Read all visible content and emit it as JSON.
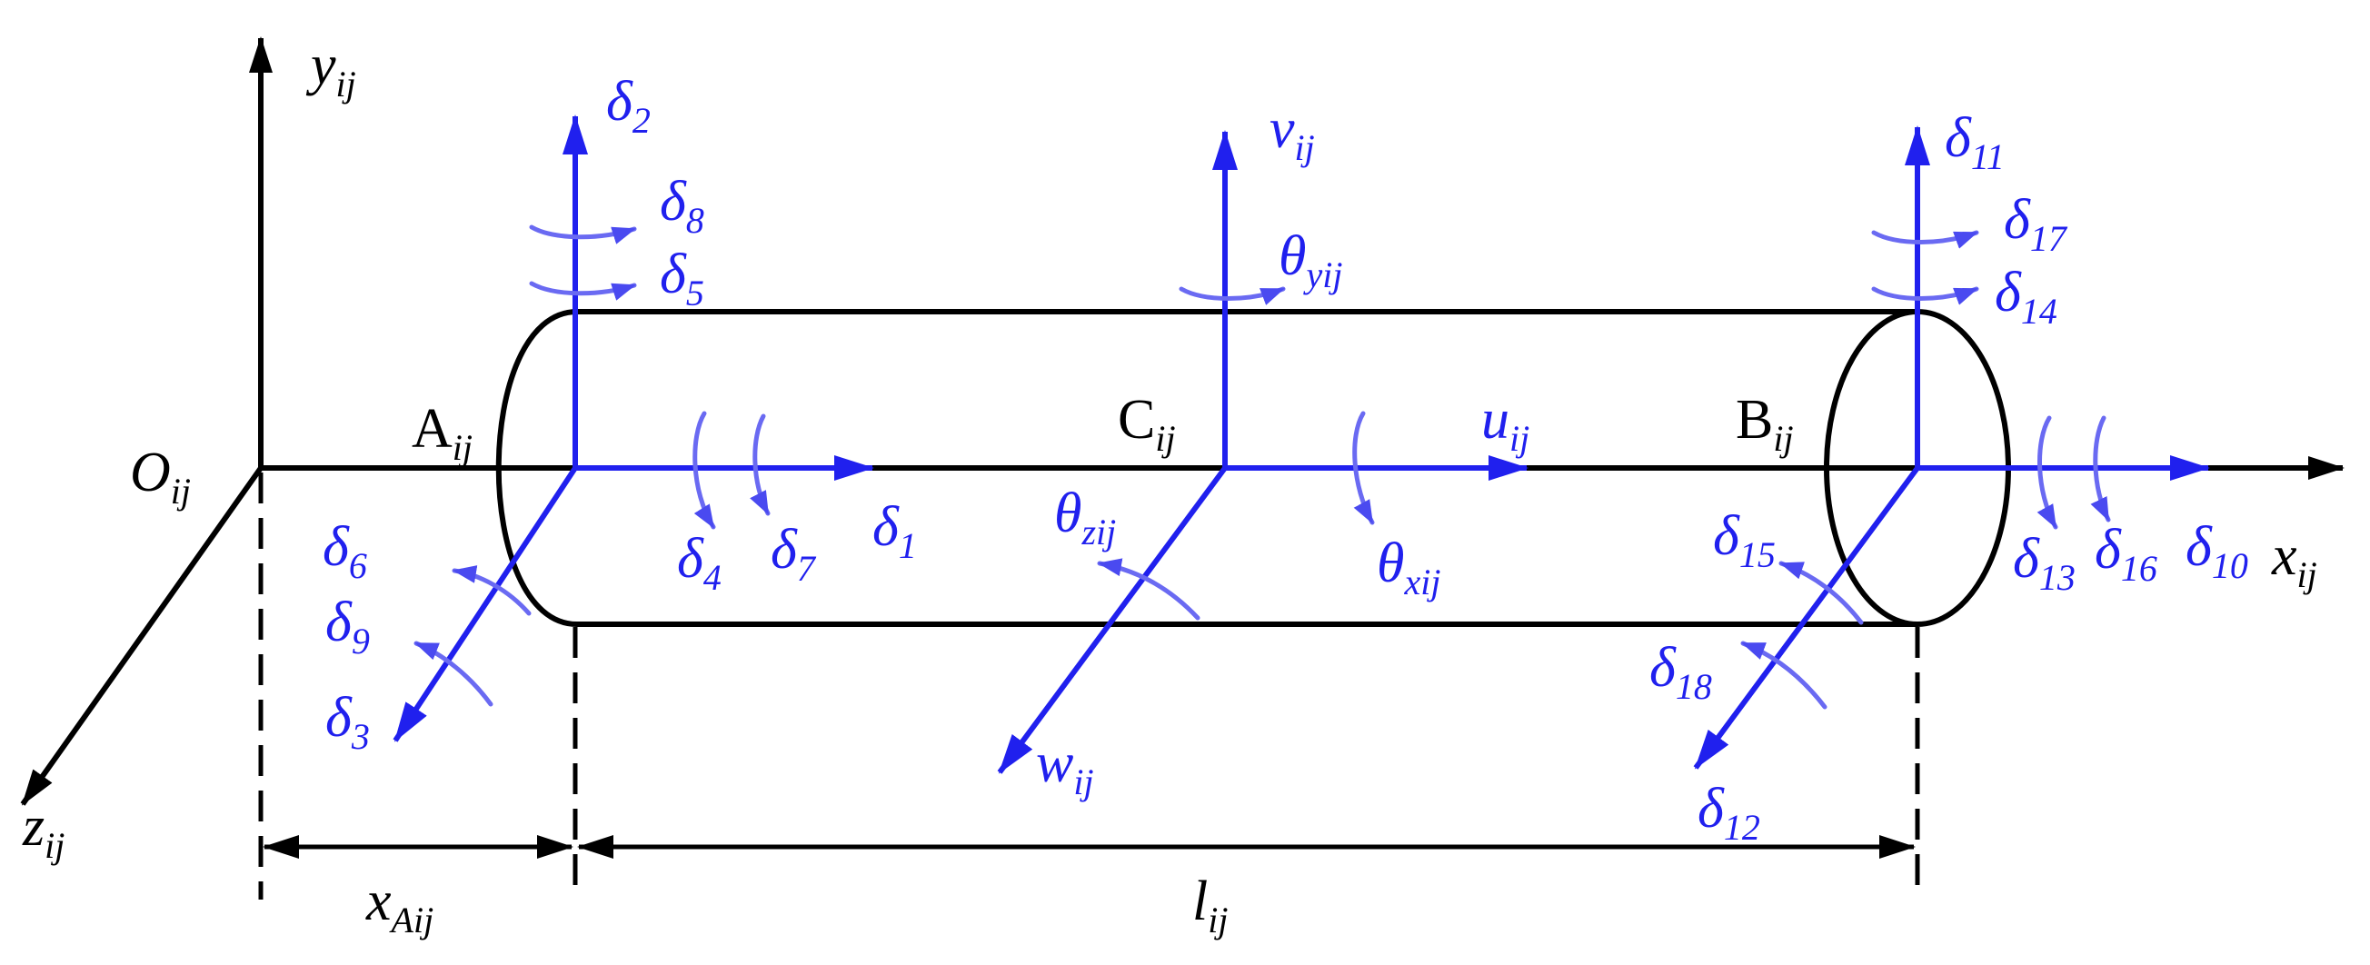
{
  "colors": {
    "frame": "#000000",
    "element_dof": "#2020ee",
    "rotation_arrow": "#6a6af2"
  },
  "global_axes": {
    "origin": {
      "main": "O",
      "sub": "ij"
    },
    "x": {
      "main": "x",
      "sub": "ij"
    },
    "y": {
      "main": "y",
      "sub": "ij"
    },
    "z": {
      "main": "z",
      "sub": "ij"
    }
  },
  "nodes": {
    "a": {
      "main": "A",
      "sub": "ij"
    },
    "b": {
      "main": "B",
      "sub": "ij"
    },
    "c": {
      "main": "C",
      "sub": "ij"
    }
  },
  "center_dofs": {
    "u": {
      "main": "u",
      "sub": "ij"
    },
    "v": {
      "main": "v",
      "sub": "ij"
    },
    "w": {
      "main": "w",
      "sub": "ij"
    },
    "theta_x": {
      "main": "θ",
      "sub": "xij"
    },
    "theta_y": {
      "main": "θ",
      "sub": "yij"
    },
    "theta_z": {
      "main": "θ",
      "sub": "zij"
    }
  },
  "node_a_dofs": {
    "d1": {
      "main": "δ",
      "sub": "1"
    },
    "d2": {
      "main": "δ",
      "sub": "2"
    },
    "d3": {
      "main": "δ",
      "sub": "3"
    },
    "d4": {
      "main": "δ",
      "sub": "4"
    },
    "d5": {
      "main": "δ",
      "sub": "5"
    },
    "d6": {
      "main": "δ",
      "sub": "6"
    },
    "d7": {
      "main": "δ",
      "sub": "7"
    },
    "d8": {
      "main": "δ",
      "sub": "8"
    },
    "d9": {
      "main": "δ",
      "sub": "9"
    }
  },
  "node_b_dofs": {
    "d10": {
      "main": "δ",
      "sub": "10"
    },
    "d11": {
      "main": "δ",
      "sub": "11"
    },
    "d12": {
      "main": "δ",
      "sub": "12"
    },
    "d13": {
      "main": "δ",
      "sub": "13"
    },
    "d14": {
      "main": "δ",
      "sub": "14"
    },
    "d15": {
      "main": "δ",
      "sub": "15"
    },
    "d16": {
      "main": "δ",
      "sub": "16"
    },
    "d17": {
      "main": "δ",
      "sub": "17"
    },
    "d18": {
      "main": "δ",
      "sub": "18"
    }
  },
  "dimensions": {
    "offset": {
      "main": "x",
      "sub": "Aij"
    },
    "length": {
      "main": "l",
      "sub": "ij"
    }
  }
}
